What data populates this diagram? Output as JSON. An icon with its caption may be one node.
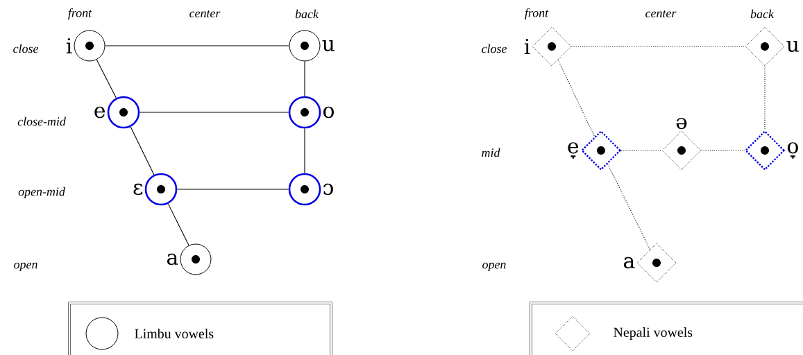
{
  "diagram": {
    "nodes": [
      {
        "text": [],
        "shape": "circle",
        "beside": [
          "i"
        ]
      },
      {
        "text": [],
        "shape": "circle",
        "beside": [
          "u"
        ]
      },
      {
        "text": [],
        "shape": "circle",
        "beside": [
          "e"
        ]
      },
      {
        "text": [],
        "shape": "circle",
        "beside": [
          "o"
        ]
      },
      {
        "text": [],
        "shape": "circle",
        "beside": [
          "ɛ"
        ]
      },
      {
        "text": [],
        "shape": "circle",
        "beside": [
          "ɔ"
        ]
      },
      {
        "text": [],
        "shape": "circle",
        "beside": [
          "a"
        ]
      },
      {
        "text": [],
        "shape": "diamond",
        "beside": [
          "i"
        ]
      },
      {
        "text": [],
        "shape": "diamond",
        "beside": [
          "u"
        ]
      },
      {
        "text": [],
        "shape": "diamond",
        "beside": [
          "e̞"
        ]
      },
      {
        "text": [],
        "shape": "diamond",
        "beside": [
          "ə"
        ]
      },
      {
        "text": [],
        "shape": "diamond",
        "beside": [
          "o̞"
        ]
      },
      {
        "text": [],
        "shape": "diamond",
        "beside": [
          "a"
        ]
      }
    ],
    "edges": [
      {
        "from": 0,
        "to": 1,
        "arrow": "none"
      },
      {
        "from": 0,
        "to": 2,
        "arrow": "none"
      },
      {
        "from": 1,
        "to": 3,
        "arrow": "none"
      },
      {
        "from": 2,
        "to": 3,
        "arrow": "none"
      },
      {
        "from": 2,
        "to": 4,
        "arrow": "none"
      },
      {
        "from": 3,
        "to": 5,
        "arrow": "none"
      },
      {
        "from": 4,
        "to": 5,
        "arrow": "none"
      },
      {
        "from": 4,
        "to": 6,
        "arrow": "none"
      },
      {
        "from": 7,
        "to": 8,
        "arrow": "none",
        "style": "dashed"
      },
      {
        "from": 7,
        "to": 9,
        "arrow": "none",
        "style": "dashed"
      },
      {
        "from": 8,
        "to": 11,
        "arrow": "none",
        "style": "dashed"
      },
      {
        "from": 9,
        "to": 10,
        "arrow": "none",
        "style": "dashed"
      },
      {
        "from": 10,
        "to": 11,
        "arrow": "none",
        "style": "dashed"
      },
      {
        "from": 9,
        "to": 12,
        "arrow": "none",
        "style": "dashed"
      }
    ],
    "labels": [
      "front",
      "center",
      "back",
      "close",
      "close-mid",
      "open-mid",
      "open",
      "front",
      "center",
      "back",
      "close",
      "mid",
      "open"
    ],
    "legend": [
      {
        "text": "Limbu vowels"
      },
      {
        "text": "Nepali vowels"
      }
    ]
  }
}
